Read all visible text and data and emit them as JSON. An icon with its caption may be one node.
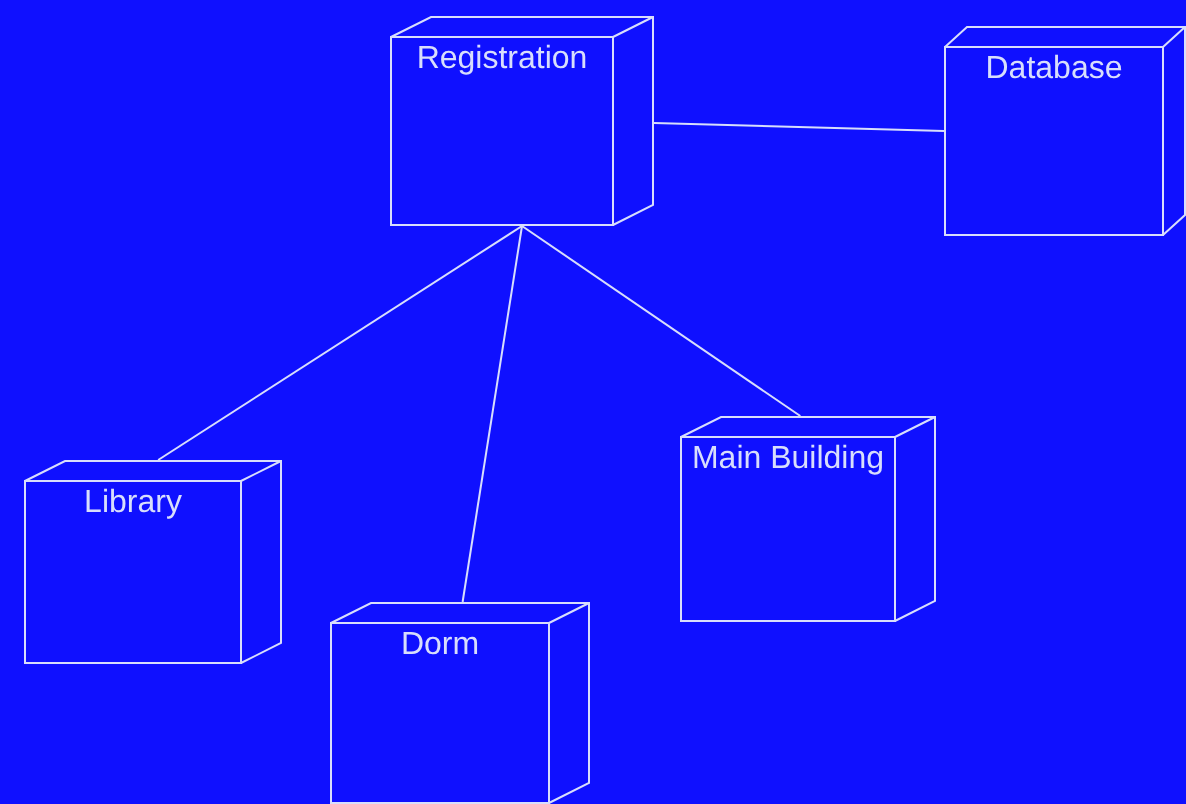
{
  "diagram": {
    "nodes": [
      {
        "text": [
          "Registration"
        ]
      },
      {
        "text": [
          "Database"
        ]
      },
      {
        "text": [
          "Library"
        ]
      },
      {
        "text": [
          "Dorm"
        ]
      },
      {
        "text": [
          "Main Building"
        ]
      }
    ],
    "edges": [
      {
        "from": 0,
        "to": 1,
        "arrow": "none"
      },
      {
        "from": 0,
        "to": 2,
        "arrow": "none"
      },
      {
        "from": 0,
        "to": 3,
        "arrow": "none"
      },
      {
        "from": 0,
        "to": 4,
        "arrow": "none"
      }
    ]
  }
}
